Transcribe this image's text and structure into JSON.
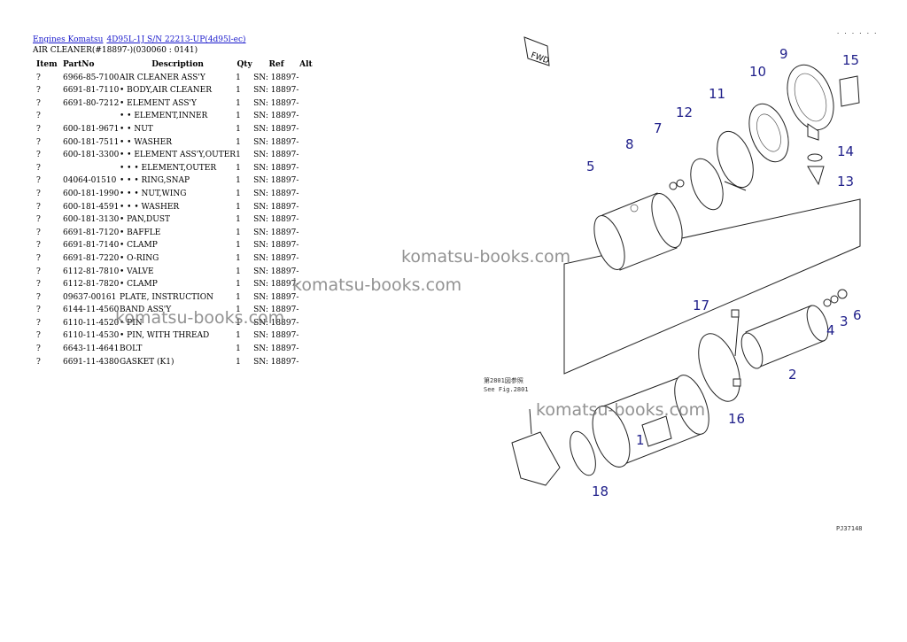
{
  "breadcrumb": {
    "link1": "Engines Komatsu",
    "link2": "4D95L-1J S/N 22213-UP(4d95l-ec)"
  },
  "subtitle": "AIR CLEANER(#18897-)(030060 : 0141)",
  "table": {
    "headers": [
      "Item",
      "PartNo",
      "Description",
      "Qty",
      "Ref",
      "Alt"
    ],
    "rows": [
      [
        "?",
        "6966-85-7100",
        "AIR CLEANER ASS'Y",
        "1",
        "SN: 18897-",
        ""
      ],
      [
        "?",
        "6691-81-7110",
        "• BODY,AIR CLEANER",
        "1",
        "SN: 18897-",
        ""
      ],
      [
        "?",
        "6691-80-7212",
        "• ELEMENT ASS'Y",
        "1",
        "SN: 18897-",
        ""
      ],
      [
        "?",
        "",
        "• • ELEMENT,INNER",
        "1",
        "SN: 18897-",
        ""
      ],
      [
        "?",
        "600-181-9671",
        "• • NUT",
        "1",
        "SN: 18897-",
        ""
      ],
      [
        "?",
        "600-181-7511",
        "• • WASHER",
        "1",
        "SN: 18897-",
        ""
      ],
      [
        "?",
        "600-181-3300",
        "• • ELEMENT ASS'Y,OUTER",
        "1",
        "SN: 18897-",
        ""
      ],
      [
        "?",
        "",
        "• • • ELEMENT,OUTER",
        "1",
        "SN: 18897-",
        ""
      ],
      [
        "?",
        "04064-01510",
        "• • • RING,SNAP",
        "1",
        "SN: 18897-",
        ""
      ],
      [
        "?",
        "600-181-1990",
        "• • • NUT,WING",
        "1",
        "SN: 18897-",
        ""
      ],
      [
        "?",
        "600-181-4591",
        "• • • WASHER",
        "1",
        "SN: 18897-",
        ""
      ],
      [
        "?",
        "600-181-3130",
        "• PAN,DUST",
        "1",
        "SN: 18897-",
        ""
      ],
      [
        "?",
        "6691-81-7120",
        "• BAFFLE",
        "1",
        "SN: 18897-",
        ""
      ],
      [
        "?",
        "6691-81-7140",
        "• CLAMP",
        "1",
        "SN: 18897-",
        ""
      ],
      [
        "?",
        "6691-81-7220",
        "• O-RING",
        "1",
        "SN: 18897-",
        ""
      ],
      [
        "?",
        "6112-81-7810",
        "• VALVE",
        "1",
        "SN: 18897-",
        ""
      ],
      [
        "?",
        "6112-81-7820",
        "• CLAMP",
        "1",
        "SN: 18897-",
        ""
      ],
      [
        "?",
        "09637-00161",
        "PLATE, INSTRUCTION",
        "1",
        "SN: 18897-",
        ""
      ],
      [
        "?",
        "6144-11-4560",
        "BAND ASS'Y",
        "1",
        "SN: 18897-",
        ""
      ],
      [
        "?",
        "6110-11-4520",
        "• PIN",
        "1",
        "SN: 18897-",
        ""
      ],
      [
        "?",
        "6110-11-4530",
        "• PIN, WITH THREAD",
        "1",
        "SN: 18897-",
        ""
      ],
      [
        "?",
        "6643-11-4641",
        "BOLT",
        "1",
        "SN: 18897-",
        ""
      ],
      [
        "?",
        "6691-11-4380",
        "GASKET (K1)",
        "1",
        "SN: 18897-",
        ""
      ]
    ]
  },
  "diagram": {
    "fwd_label": "FWD",
    "note_line1": "第2801図参照",
    "note_line2": "See Fig.2801",
    "figure_code": "PJ37148",
    "corner_mark": ". . . . . .",
    "callouts": [
      "1",
      "2",
      "3",
      "4",
      "5",
      "6",
      "7",
      "8",
      "9",
      "10",
      "11",
      "12",
      "13",
      "14",
      "15",
      "16",
      "17",
      "18"
    ]
  },
  "watermark": "komatsu-books.com"
}
